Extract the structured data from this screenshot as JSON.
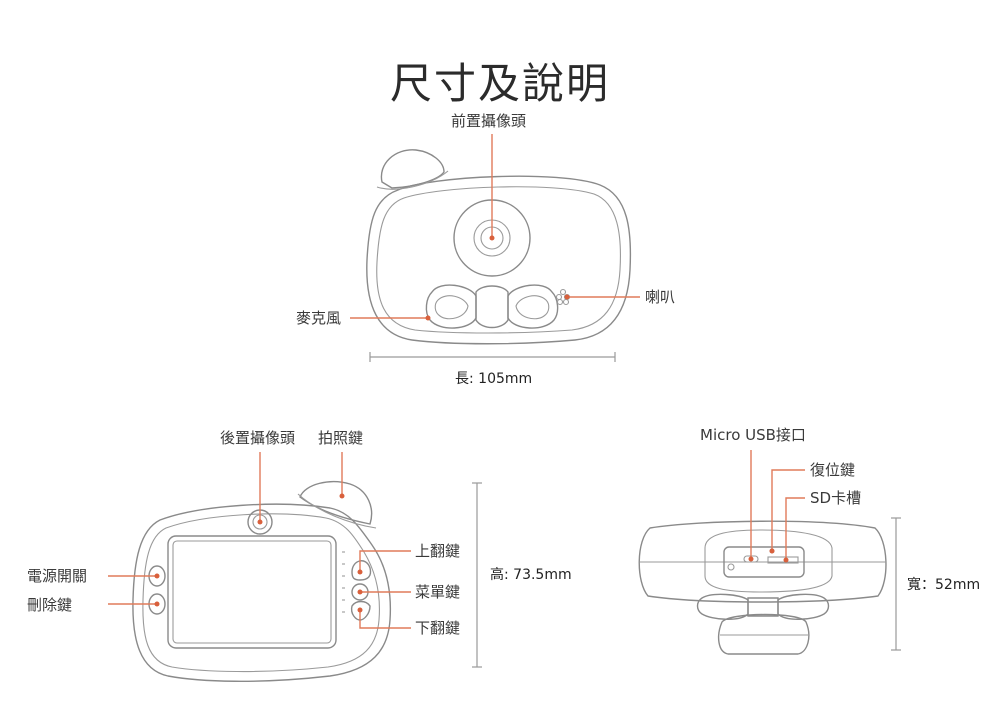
{
  "title": "尺寸及說明",
  "colors": {
    "leader": "#e07b5a",
    "leader_dot": "#d9603c",
    "outline": "#8a8a8a",
    "text": "#3a3a3a",
    "background": "#ffffff"
  },
  "front_view": {
    "labels": {
      "front_camera": "前置攝像頭",
      "speaker": "喇叭",
      "microphone": "麥克風"
    },
    "dimension": {
      "label": "長: 105mm",
      "name": "length",
      "value_mm": 105
    }
  },
  "back_view": {
    "labels": {
      "rear_camera": "後置攝像頭",
      "shutter_button": "拍照鍵",
      "power_switch": "電源開關",
      "delete_button": "刪除鍵",
      "page_up_button": "上翻鍵",
      "menu_button": "菜單鍵",
      "page_down_button": "下翻鍵"
    },
    "dimension": {
      "label": "高: 73.5mm",
      "name": "height",
      "value_mm": 73.5
    }
  },
  "bottom_view": {
    "labels": {
      "micro_usb": "Micro USB接口",
      "reset_button": "復位鍵",
      "sd_slot": "SD卡槽"
    },
    "dimension": {
      "label": "寬：52mm",
      "name": "width",
      "value_mm": 52
    }
  }
}
